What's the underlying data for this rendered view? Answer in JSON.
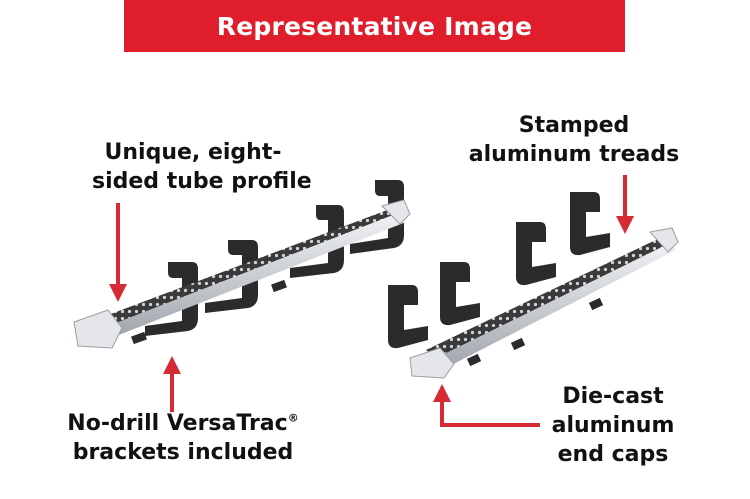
{
  "banner": {
    "label": "Representative Image",
    "color": "#e01e2b"
  },
  "callouts": {
    "tube_profile": {
      "line1": "Unique, eight-",
      "line2": "sided tube profile"
    },
    "treads": {
      "line1": "Stamped",
      "line2": "aluminum treads"
    },
    "brackets": {
      "line1": "No-drill VersaTrac",
      "trademark": "®",
      "line2": "brackets included"
    },
    "end_caps": {
      "line1": "Die-cast",
      "line2": "aluminum",
      "line3": "end caps"
    }
  },
  "colors": {
    "arrow": "#d62a35",
    "bracket": "#2b2b2b",
    "tread": "#3a3a3a",
    "aluminum": "#d9dce0"
  }
}
